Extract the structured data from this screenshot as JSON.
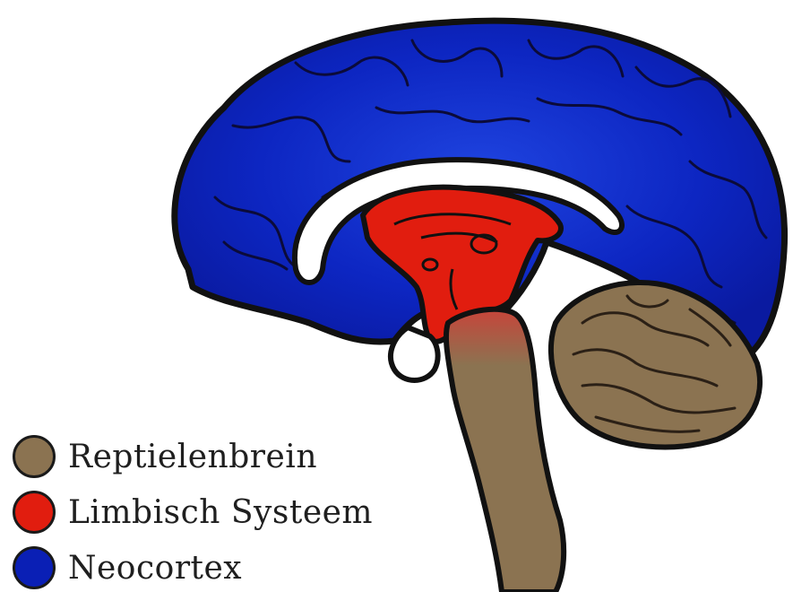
{
  "colors": {
    "reptilian": "#8b7351",
    "limbic": "#e11d0f",
    "neocortex": "#0a1fb5",
    "outline": "#111111"
  },
  "legend": {
    "items": [
      {
        "label": "Reptielenbrein",
        "color": "#8b7351"
      },
      {
        "label": "Limbisch Systeem",
        "color": "#e11d0f"
      },
      {
        "label": "Neocortex",
        "color": "#0a1fb5"
      }
    ]
  }
}
